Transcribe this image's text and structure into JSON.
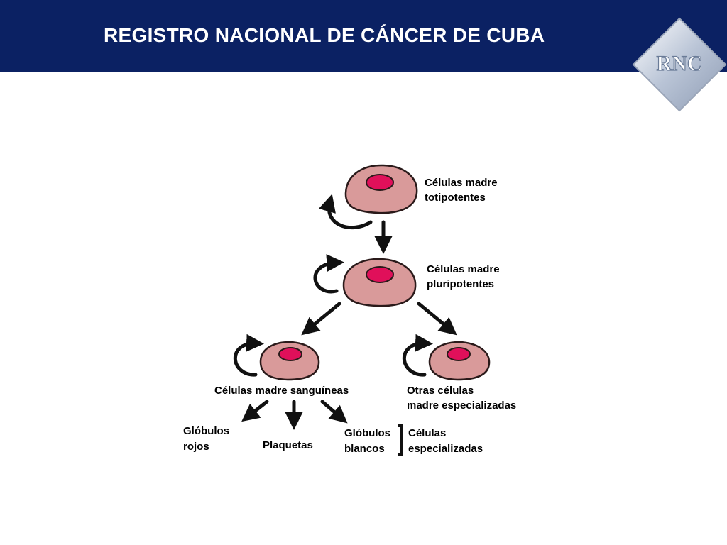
{
  "header": {
    "title": "REGISTRO NACIONAL DE CÁNCER DE CUBA",
    "logo_text": "RNC"
  },
  "diagram": {
    "totipotent": [
      "Células madre",
      "totipotentes"
    ],
    "pluripotent": [
      "Células madre",
      "pluripotentes"
    ],
    "blood": [
      "Células madre sanguíneas"
    ],
    "other": [
      "Otras células",
      "madre especializadas"
    ],
    "red": [
      "Glóbulos",
      "rojos"
    ],
    "platelets": [
      "Plaquetas"
    ],
    "white": [
      "Glóbulos",
      "blancos"
    ],
    "specialized": [
      "Células",
      "especializadas"
    ]
  },
  "colors": {
    "header_bg": "#0b2163",
    "cell_fill": "#d99a9a",
    "nucleus_fill": "#e0105a"
  }
}
